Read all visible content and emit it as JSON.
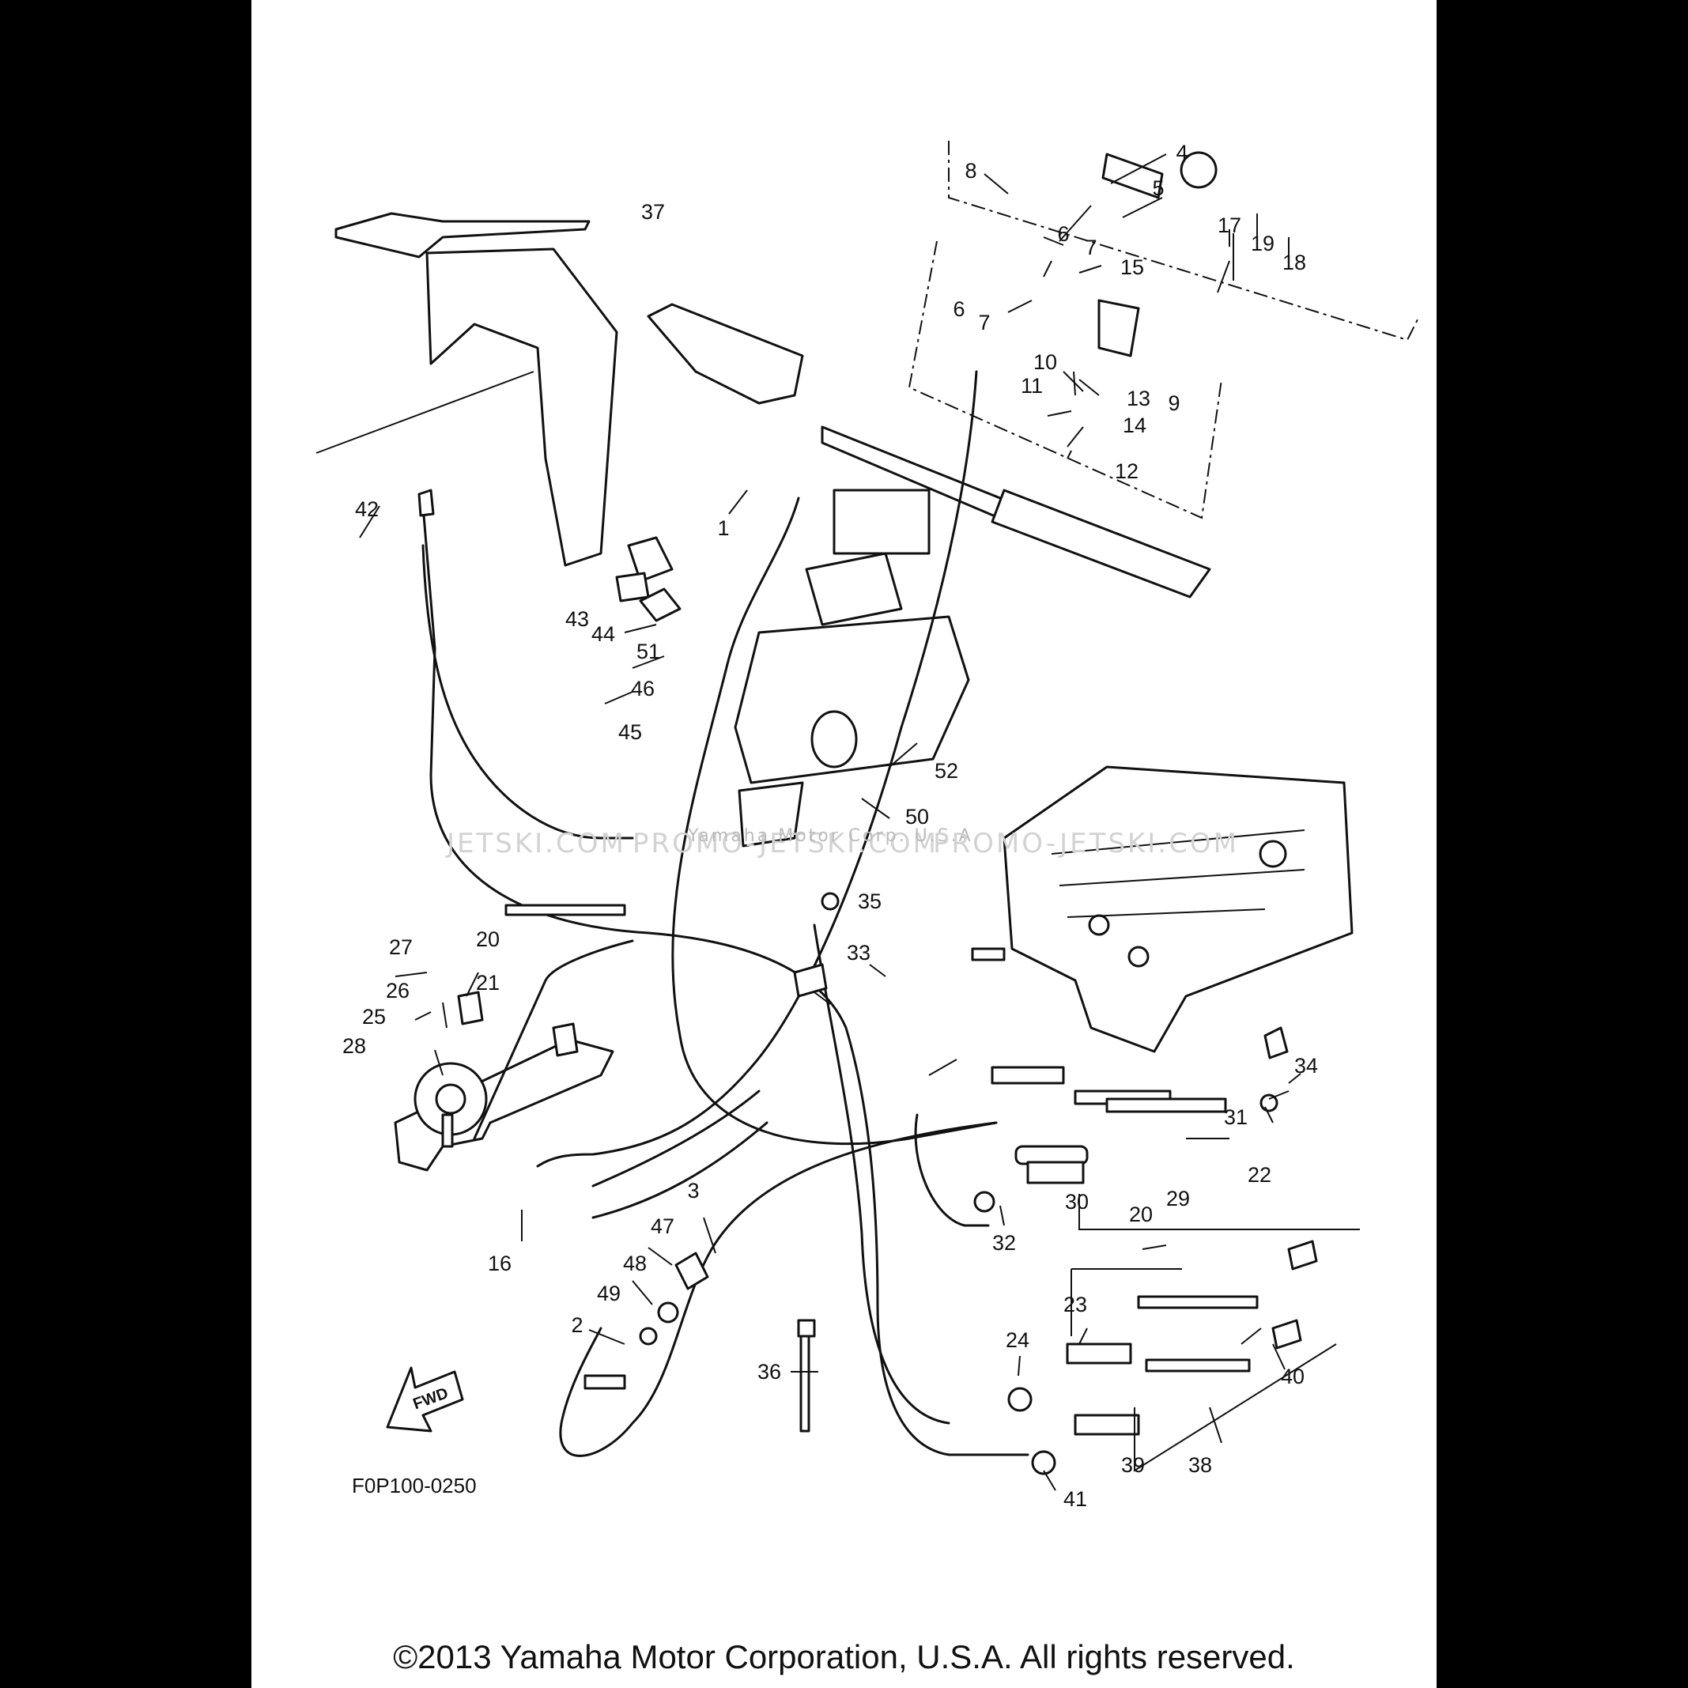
{
  "figure_code": "F0P100-0250",
  "copyright": "©2013 Yamaha Motor Corporation, U.S.A. All rights reserved.",
  "watermarks": [
    "JETSKI.COM",
    "PROMO-JETSKI.COM",
    "Yamaha Motor Corp. U.S.A.",
    "PROMO-JETSKI.COM"
  ],
  "fwd_arrow": "FWD",
  "callouts": [
    "1",
    "2",
    "3",
    "4",
    "5",
    "6",
    "7",
    "8",
    "9",
    "10",
    "11",
    "12",
    "13",
    "14",
    "15",
    "16",
    "17",
    "18",
    "19",
    "20",
    "21",
    "22",
    "23",
    "24",
    "25",
    "26",
    "27",
    "28",
    "29",
    "30",
    "31",
    "32",
    "33",
    "34",
    "35",
    "36",
    "37",
    "38",
    "39",
    "40",
    "41",
    "42",
    "43",
    "44",
    "45",
    "46",
    "47",
    "48",
    "49",
    "50",
    "51",
    "52",
    "6",
    "7",
    "20"
  ],
  "colors": {
    "background": "#ffffff",
    "line": "#111111",
    "border": "#000000"
  }
}
